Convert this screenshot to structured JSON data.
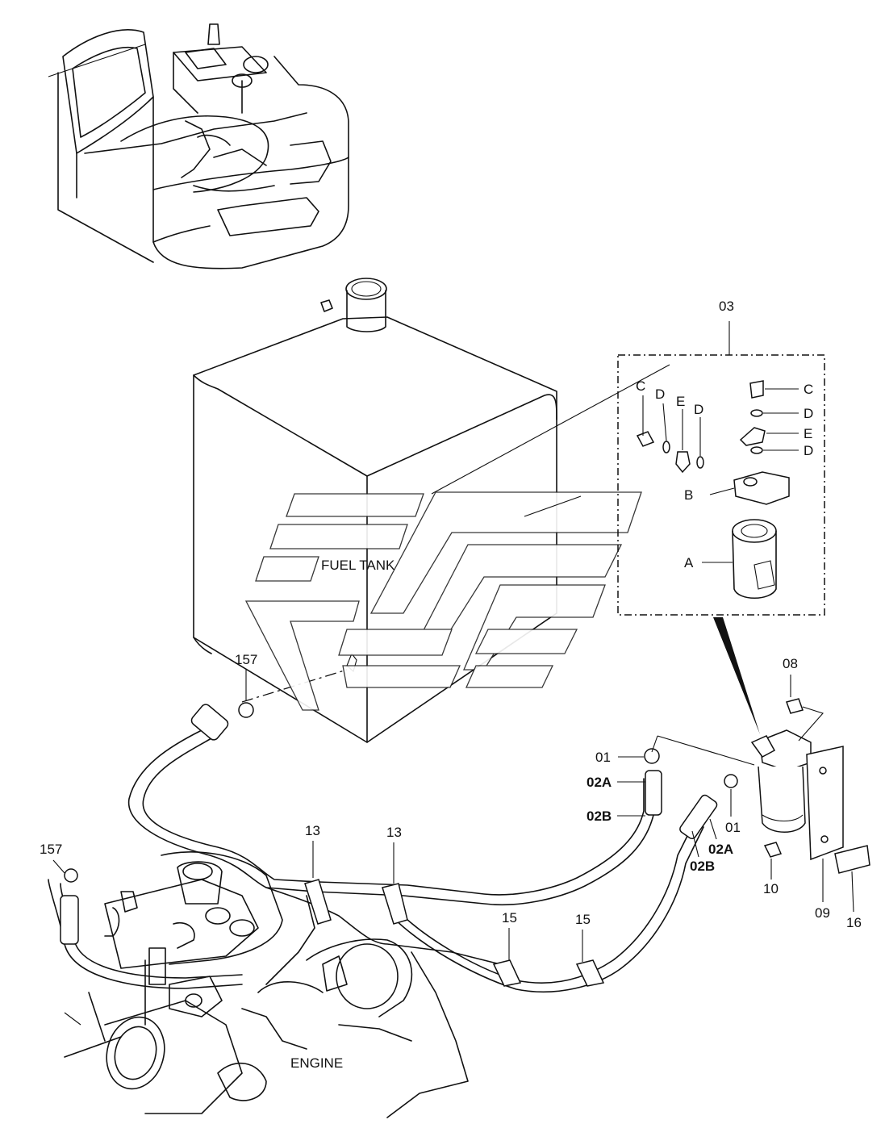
{
  "labels": {
    "fuel_tank": "FUEL TANK",
    "engine": "ENGINE",
    "group_03": "03",
    "filter_parts": {
      "c_left": "C",
      "d_left": "D",
      "e_left": "E",
      "d_mid": "D",
      "c_right": "C",
      "d_right1": "D",
      "e_right": "E",
      "d_right2": "D",
      "b": "B",
      "a": "A"
    },
    "callouts": {
      "p157_top": "157",
      "p157_left": "157",
      "p13_a": "13",
      "p13_b": "13",
      "p15_a": "15",
      "p15_b": "15",
      "p01_a": "01",
      "p02a_a": "02A",
      "p02b_a": "02B",
      "p01_b": "01",
      "p02a_b": "02A",
      "p02b_b": "02B",
      "p08": "08",
      "p10": "10",
      "p09": "09",
      "p16": "16"
    }
  }
}
